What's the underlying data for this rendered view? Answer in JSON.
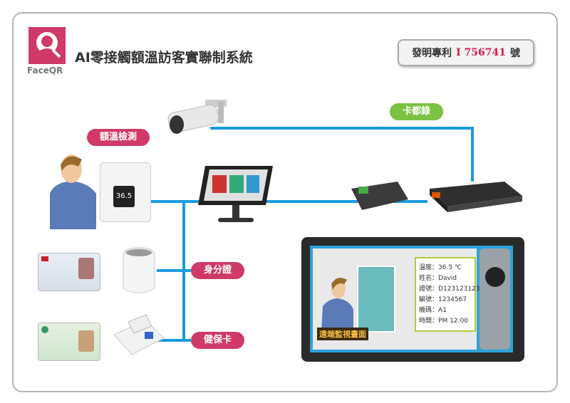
{
  "header": {
    "logo_text": "FaceQR",
    "title": "AI零接觸額溫訪客實聯制系統"
  },
  "patent": {
    "prefix": "發明專利",
    "number": "I 756741",
    "suffix": "號"
  },
  "labels": {
    "temperature": "額溫檢測",
    "recorder": "卡都錄",
    "id_card": "身分證",
    "health_card": "健保卡"
  },
  "monitor": {
    "caption": "遠端監視畫面",
    "info": [
      {
        "label": "溫度",
        "value": "36.5 ℃"
      },
      {
        "label": "姓名",
        "value": "David"
      },
      {
        "label": "證號",
        "value": "D123123123"
      },
      {
        "label": "編號",
        "value": "1234567"
      },
      {
        "label": "機碼",
        "value": "A1"
      },
      {
        "label": "時間",
        "value": "PM 12:00"
      }
    ]
  },
  "thermometer": {
    "reading": "36.5"
  },
  "colors": {
    "accent": "#cf3a68",
    "line": "#1a9be0",
    "green": "#7cc242"
  }
}
